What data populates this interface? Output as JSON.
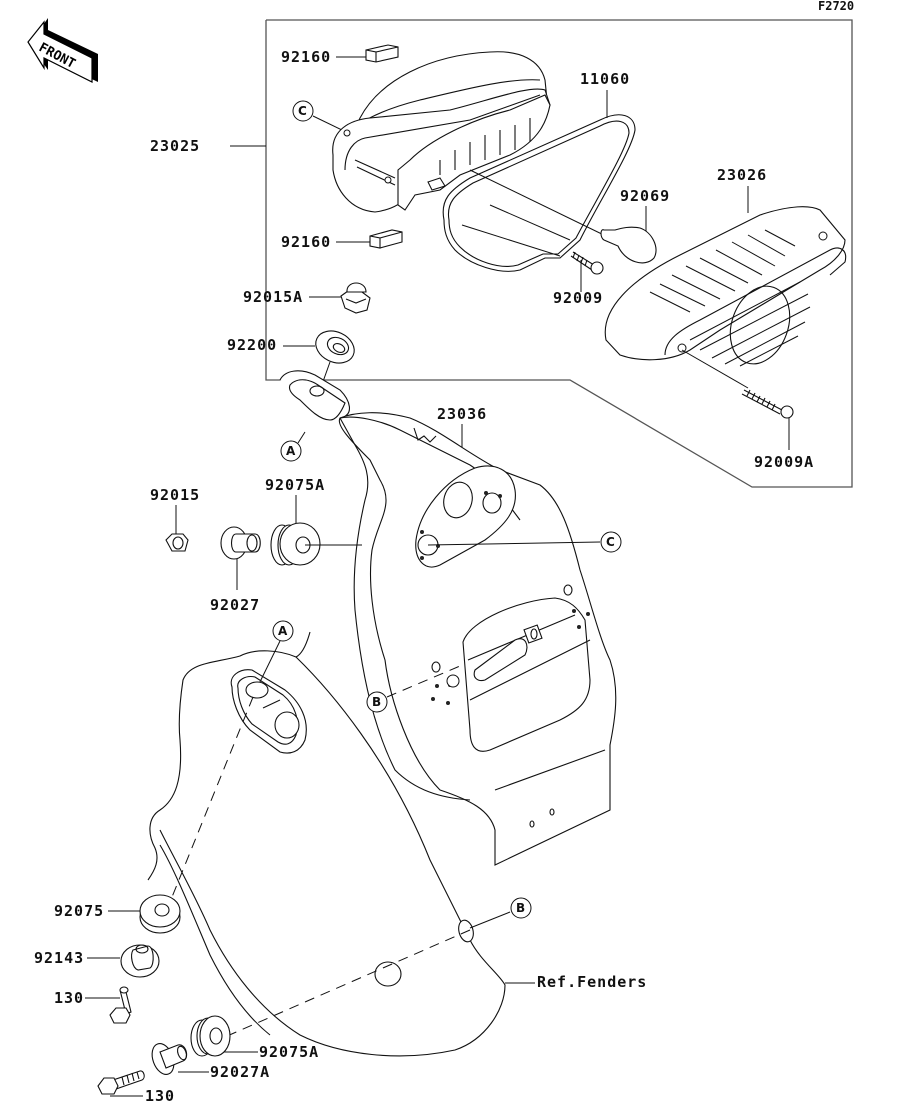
{
  "figure_code": "F2720",
  "front_indicator": "FRONT",
  "reference_note": "Ref.Fenders",
  "callouts": [
    "A",
    "B",
    "C"
  ],
  "parts": {
    "taillight_assembly": "23025",
    "lens_side_reflector_left": "92160",
    "lens_side_reflector_right": "92160",
    "gasket": "11060",
    "bulb": "92069",
    "lens": "23026",
    "screw_small": "92009",
    "screw_long": "92009A",
    "cap_nut": "92015A",
    "washer": "92200",
    "bracket": "23036",
    "nut": "92015",
    "grommet_a": "92075A",
    "collar": "92027",
    "grommet": "92075",
    "spacer": "92143",
    "bolt_upper": "130",
    "grommet_a_lower": "92075A",
    "collar_a": "92027A",
    "bolt_lower": "130"
  }
}
